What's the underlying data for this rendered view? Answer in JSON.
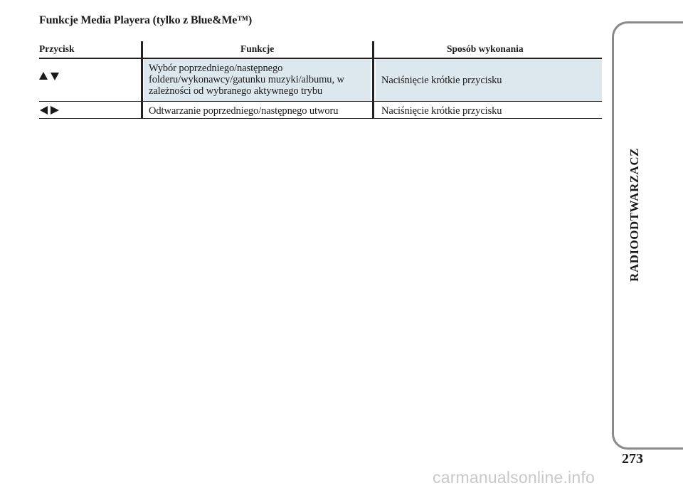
{
  "page": {
    "title": "Funkcje Media Playera (tylko z Blue&Me™)",
    "section_tab": "RADIOODTWARZACZ",
    "page_number": "273",
    "watermark": "carmanualsonline.info"
  },
  "table": {
    "headers": {
      "button": "Przycisk",
      "functions": "Funkcje",
      "method": "Sposób wykonania"
    },
    "rows": [
      {
        "symbol": "up-down-arrows-icon",
        "function_lines": [
          "Wybór poprzedniego/następnego",
          "folderu/wykonawcy/gatunku muzyki/albumu, w",
          "zależności od wybranego aktywnego trybu"
        ],
        "method": "Naciśnięcie krótkie przycisku"
      },
      {
        "symbol": "left-right-arrows-icon",
        "function_lines": [
          "Odtwarzanie poprzedniego/następnego utworu"
        ],
        "method": "Naciśnięcie krótkie przycisku"
      }
    ]
  },
  "colors": {
    "cell_shade": "#dde7ee",
    "rule": "#222222",
    "tab_border": "#8a8a8a"
  }
}
